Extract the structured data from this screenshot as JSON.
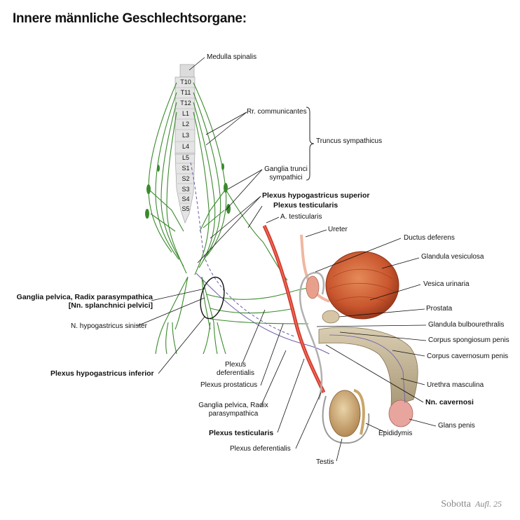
{
  "title": "Innere männliche Geschlechtsorgane:",
  "vertebrae": [
    "T10",
    "T11",
    "T12",
    "L1",
    "L2",
    "L3",
    "L4",
    "L5",
    "S1",
    "S2",
    "S3",
    "S4",
    "S5"
  ],
  "labels": {
    "medulla": "Medulla spinalis",
    "rr_comm": "Rr. communicantes",
    "truncus": "Truncus sympathicus",
    "ganglia_trunci_1": "Ganglia trunci",
    "ganglia_trunci_2": "sympathici",
    "plexus_hypo_sup": "Plexus hypogastricus superior",
    "plexus_testic_top": "Plexus testicularis",
    "a_testicularis": "A. testicularis",
    "ureter": "Ureter",
    "ductus_deferens": "Ductus deferens",
    "glandula_vesiculosa": "Glandula vesiculosa",
    "vesica_urinaria": "Vesica urinaria",
    "prostata": "Prostata",
    "glandula_bulbo": "Glandula bulbourethralis",
    "corpus_spong": "Corpus spongiosum penis",
    "corpus_cav": "Corpus cavernosum penis",
    "urethra": "Urethra masculina",
    "nn_cavernosi": "Nn. cavernosi",
    "glans": "Glans penis",
    "epididymis": "Epididymis",
    "testis": "Testis",
    "plexus_def_bottom": "Plexus deferentialis",
    "plexus_testic_bottom": "Plexus testicularis",
    "ganglia_pelvica_radix_1": "Ganglia pelvica, Radix",
    "ganglia_pelvica_radix_2": "parasympathica",
    "plexus_prostaticus": "Plexus prostaticus",
    "plexus_def_mid_1": "Plexus",
    "plexus_def_mid_2": "deferentialis",
    "plexus_hypo_inf": "Plexus hypogastricus inferior",
    "n_hypo_sin": "N. hypogastricus sinister",
    "ganglia_pelvica_1": "Ganglia pelvica, Radix parasympathica",
    "ganglia_pelvica_2": "[Nn. splanchnici pelvici]"
  },
  "credit": {
    "name": "Sobotta",
    "edition": "Aufl. 25"
  }
}
